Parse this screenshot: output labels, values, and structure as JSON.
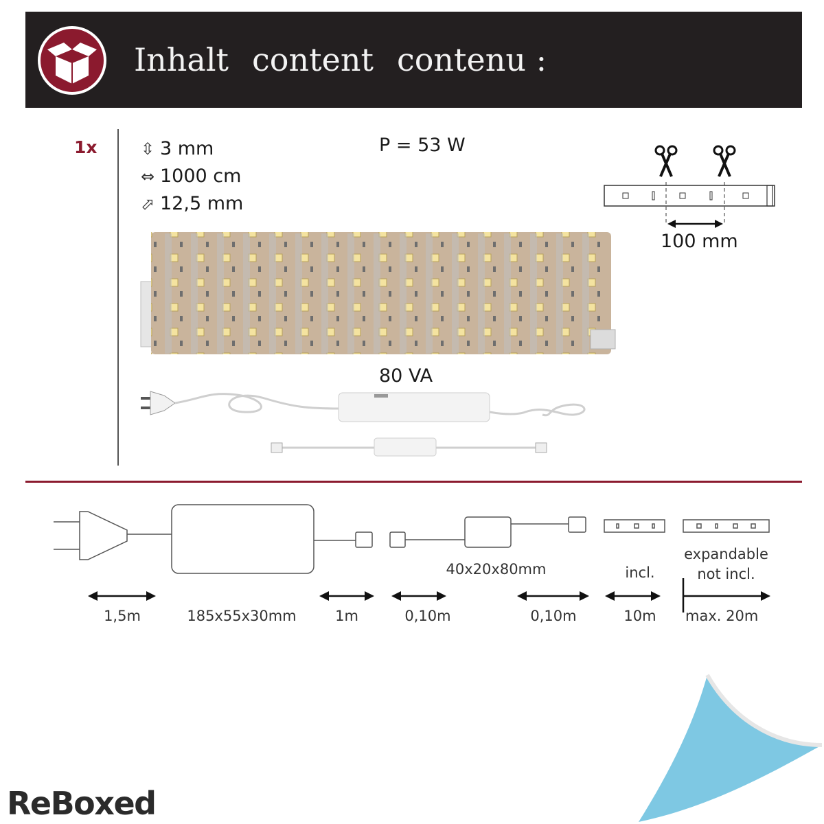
{
  "header": {
    "title_de": "Inhalt",
    "title_en": "content",
    "title_fr": "contenu :",
    "icon": "open-box-icon",
    "icon_color": "#8b1a2e",
    "background": "#231f20"
  },
  "item": {
    "quantity": "1x",
    "thickness": "3 mm",
    "length": "1000 cm",
    "width": "12,5 mm",
    "power": "P = 53 W",
    "driver_rating": "80 VA",
    "cut_interval": "100 mm"
  },
  "dimensions": {
    "plug_cable": "1,5m",
    "driver_size": "185x55x30mm",
    "driver_cable": "1m",
    "connector_left": "0,10m",
    "controller_size": "40x20x80mm",
    "connector_right": "0,10m",
    "strip_included_label": "incl.",
    "strip_included_length": "10m",
    "expandable_label": "expandable",
    "not_included_label": "not incl.",
    "max_length": "max. 20m"
  },
  "brand": {
    "name": "ReBoxed",
    "accent": "#7ec8e3"
  }
}
